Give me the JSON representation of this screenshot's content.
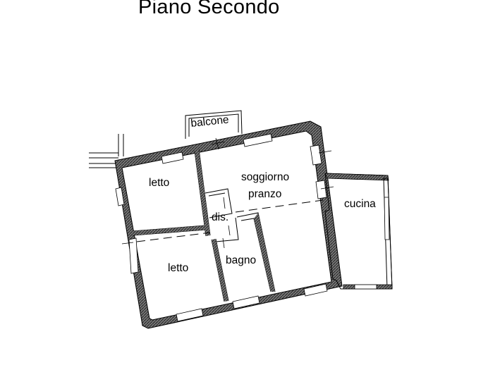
{
  "plan": {
    "title": "Piano Secondo",
    "rooms": {
      "balcone": "balcone",
      "letto_top": "letto",
      "soggiorno": "soggiorno",
      "pranzo": "pranzo",
      "dis": "dis.",
      "cucina": "cucina",
      "letto_bottom": "letto",
      "bagno": "bagno"
    },
    "colors": {
      "wall": "#555555",
      "line": "#000000",
      "background": "#ffffff"
    }
  }
}
